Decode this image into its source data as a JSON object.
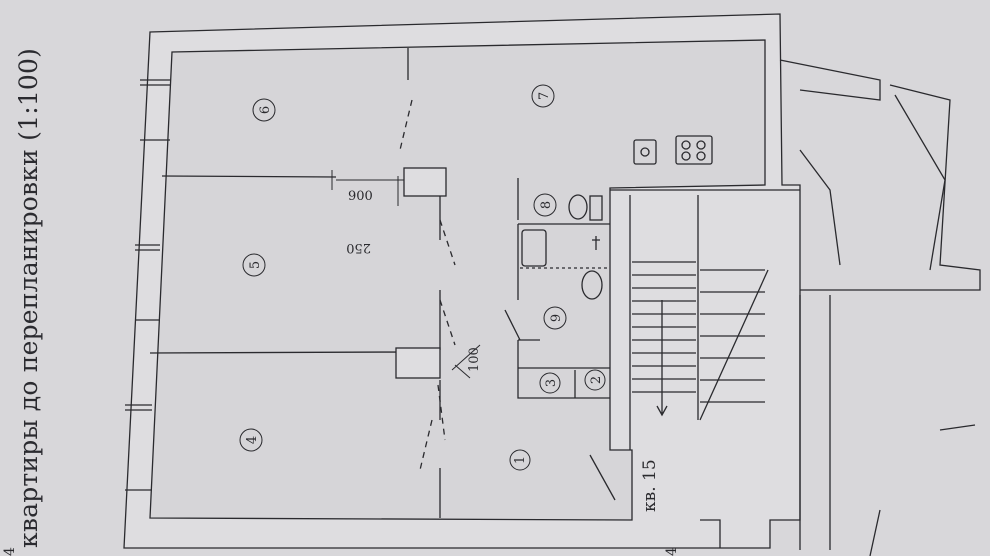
{
  "title": "квартиры до перепланировки (1:100)",
  "apartment_label": "кв. 15",
  "edge_numbers": {
    "right": "4",
    "left": "4"
  },
  "rooms": {
    "r1": "1",
    "r2": "2",
    "r3": "3",
    "r4": "4",
    "r5": "5",
    "r6": "6",
    "r7": "7",
    "r8": "8",
    "r9": "9"
  },
  "dimensions": {
    "d900": "900",
    "d250": "250",
    "d100": "100"
  },
  "colors": {
    "paper": "#d8d7da",
    "ink": "#2a2a2e",
    "wall_fill": "#dedde0"
  }
}
